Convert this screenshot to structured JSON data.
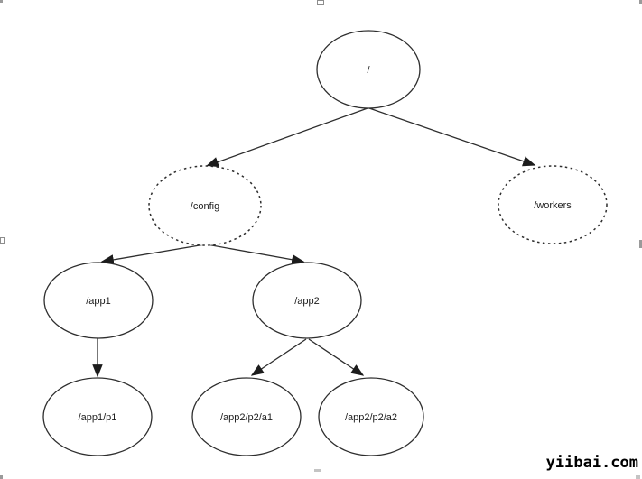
{
  "diagram": {
    "colors": {
      "background": "#ffffff",
      "stroke": "#2e2e2e",
      "text": "#1c1c1c",
      "handle": "#9a9a9a"
    },
    "nodes": [
      {
        "label": "/",
        "style": "solid"
      },
      {
        "label": "/config",
        "style": "dotted"
      },
      {
        "label": "/workers",
        "style": "dotted"
      },
      {
        "label": "/app1",
        "style": "solid"
      },
      {
        "label": "/app2",
        "style": "solid"
      },
      {
        "label": "/app1/p1",
        "style": "solid"
      },
      {
        "label": "/app2/p2/a1",
        "style": "solid"
      },
      {
        "label": "/app2/p2/a2",
        "style": "solid"
      }
    ],
    "edges": [
      {
        "from": "/",
        "to": "/config"
      },
      {
        "from": "/",
        "to": "/workers"
      },
      {
        "from": "/config",
        "to": "/app1"
      },
      {
        "from": "/config",
        "to": "/app2"
      },
      {
        "from": "/app1",
        "to": "/app1/p1"
      },
      {
        "from": "/app2",
        "to": "/app2/p2/a1"
      },
      {
        "from": "/app2",
        "to": "/app2/p2/a2"
      }
    ]
  },
  "watermark": {
    "text": "yiibai.com",
    "color": "#000000"
  }
}
